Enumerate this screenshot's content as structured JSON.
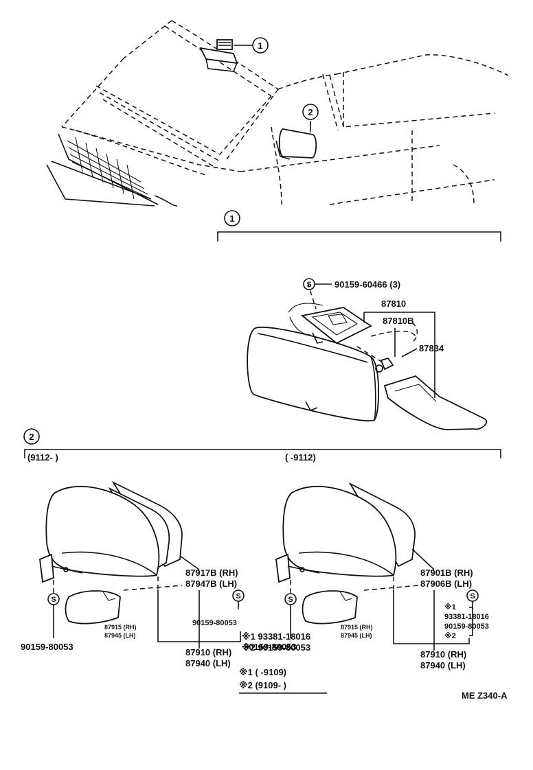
{
  "callouts": {
    "c1": "1",
    "c2": "2"
  },
  "section2_ranges": {
    "left": "(9112-        )",
    "right": "(        -9112)"
  },
  "rearview": {
    "screw_part": "90159-60466 (3)",
    "screw_symbol": "S",
    "base_assembly": "87810",
    "sub_assembly": "87810B",
    "cover": "87834"
  },
  "mirror_left": {
    "glass_rh": "87917B (RH)",
    "glass_lh": "87947B (LH)",
    "cover_rh": "87915 (RH)",
    "cover_lh": "87945 (LH)",
    "screw_a": "90159-80053",
    "screw_b": "90159-80053",
    "assy_rh": "87910 (RH)",
    "assy_lh": "87940 (LH)",
    "note1": "※1 93381-18016",
    "note2": "※2 90159-80053"
  },
  "mirror_right": {
    "glass_rh": "87901B (RH)",
    "glass_lh": "87906B (LH)",
    "cover_rh": "87915 (RH)",
    "cover_lh": "87945 (LH)",
    "note1_mark": "※1",
    "note1_part": "93381-18016",
    "note1b_part": "90159-80053",
    "note2_mark": "※2",
    "assy_rh": "87910 (RH)",
    "assy_lh": "87940 (LH)"
  },
  "legend": {
    "row1": "※1 (        -9109)",
    "row2": "※2 (9109-        )"
  },
  "figure_code": "ME  Z340-A"
}
